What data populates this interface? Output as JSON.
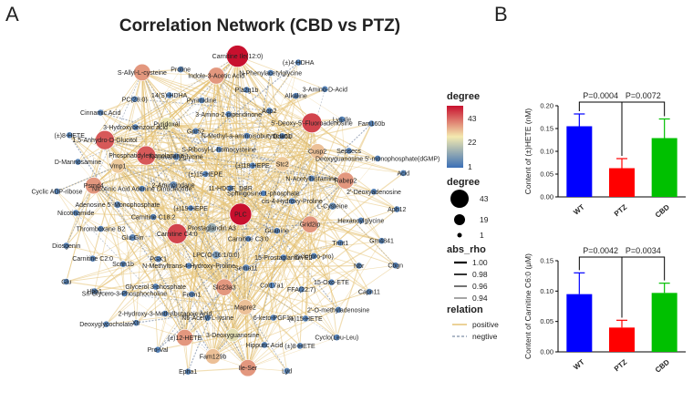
{
  "panel_labels": [
    "A",
    "B"
  ],
  "chart_data": [
    {
      "type": "network",
      "title": "Correlation Network (CBD vs PTZ)",
      "nodes": [
        {
          "label": "PLC",
          "degree": 43
        },
        {
          "label": "Prostaglandin A3",
          "degree": 12
        },
        {
          "label": "11-HDOE_DBR",
          "degree": 3
        },
        {
          "label": "Carnitine C3:0",
          "degree": 3
        },
        {
          "label": "(±)19-HEPE",
          "degree": 3
        },
        {
          "label": "Sphingosine 1-phosphate",
          "degree": 3
        },
        {
          "label": "LPC(O-16:1/0:0)",
          "degree": 8
        },
        {
          "label": "(±)15-HEPE",
          "degree": 4
        },
        {
          "label": "Guanine",
          "degree": 4
        },
        {
          "label": "Carnitine C4:0",
          "degree": 38
        },
        {
          "label": "(±)18-HEPE",
          "degree": 4
        },
        {
          "label": "Sema11",
          "degree": 5
        },
        {
          "label": "2-Aminoindane",
          "degree": 6
        },
        {
          "label": "cis-4-Hydroxy-Proline",
          "degree": 4
        },
        {
          "label": "N-Methyltrans-4-Hydroxy-Proline",
          "degree": 4
        },
        {
          "label": "S-Ribosyl-L-homocysteine",
          "degree": 4
        },
        {
          "label": "15-Prostaglandin E2",
          "degree": 4
        },
        {
          "label": "Carnitine C18:2",
          "degree": 4
        },
        {
          "label": "Stc2",
          "degree": 25
        },
        {
          "label": "Slc23a3",
          "degree": 30
        },
        {
          "label": "N-Isovalerylglycine",
          "degree": 5
        },
        {
          "label": "Grid2ip",
          "degree": 30
        },
        {
          "label": "PGK1",
          "degree": 4
        },
        {
          "label": "N-Methyl-a-aminoisobutyric acid",
          "degree": 4
        },
        {
          "label": "Col17a1",
          "degree": 4
        },
        {
          "label": "Nicotinic Acid Adenine Dinucleotide",
          "degree": 4
        },
        {
          "label": "N-Acetylhistamine",
          "degree": 4
        },
        {
          "label": "Ferm1",
          "degree": 4
        },
        {
          "label": "Gpr52",
          "degree": 4
        },
        {
          "label": "cyclo(pro-pro)",
          "degree": 4
        },
        {
          "label": "Glu-Gln",
          "degree": 5
        },
        {
          "label": "Ddx51",
          "degree": 4
        },
        {
          "label": "Mapre2",
          "degree": 26
        },
        {
          "label": "Phosphatidylethanolamine",
          "degree": 36
        },
        {
          "label": "L-Cysteine",
          "degree": 6
        },
        {
          "label": "Glycerol 3-phosphate",
          "degree": 4
        },
        {
          "label": "3-Amino-2-piperidinone",
          "degree": 4
        },
        {
          "label": "FFA(22:7)",
          "degree": 4
        },
        {
          "label": "Adenosine 5'-Monophosphate",
          "degree": 5
        },
        {
          "label": "Cusp2",
          "degree": 26
        },
        {
          "label": "N6-Acetyl-L-lysine",
          "degree": 4
        },
        {
          "label": "Pyridoxal",
          "degree": 21
        },
        {
          "label": "Tnnt1",
          "degree": 4
        },
        {
          "label": "Scnn1b",
          "degree": 4
        },
        {
          "label": "Aqp2",
          "degree": 4
        },
        {
          "label": "6-keto-PGF1a",
          "degree": 4
        },
        {
          "label": "Vmp1",
          "degree": 25
        },
        {
          "label": "Rabep2",
          "degree": 30
        },
        {
          "label": "2-Hydroxy-3-Methylbutanoic Acid",
          "degree": 4
        },
        {
          "label": "Pyrimidine",
          "degree": 4
        },
        {
          "label": "15-Oxo-ETE",
          "degree": 4
        },
        {
          "label": "Thromboxane B2",
          "degree": 4
        },
        {
          "label": "5'-Deoxy-5'-Fluoroadenosine",
          "degree": 38
        },
        {
          "label": "3-Deoxyguanosine",
          "degree": 20
        },
        {
          "label": "3-Hydroxybenzoic acid",
          "degree": 4
        },
        {
          "label": "Hexanoylglycine",
          "degree": 4
        },
        {
          "label": "Sn-Glycero-3-Phosphocholine",
          "degree": 4
        },
        {
          "label": "Pla2g1b",
          "degree": 4
        },
        {
          "label": "(±)15-HETE",
          "degree": 4
        },
        {
          "label": "Psmd4",
          "degree": 30
        },
        {
          "label": "Sepsecs",
          "degree": 4
        },
        {
          "label": "(±)12-HETE",
          "degree": 30
        },
        {
          "label": "14(S)-HDHA",
          "degree": 4
        },
        {
          "label": "Nbr",
          "degree": 4
        },
        {
          "label": "Carnitine C2:0",
          "degree": 4
        },
        {
          "label": "Alkaline",
          "degree": 4
        },
        {
          "label": "Hippuric Acid",
          "degree": 4
        },
        {
          "label": "1,5-Anhydro-D-Glucitol",
          "degree": 36
        },
        {
          "label": "2'-Deoxyadenosine",
          "degree": 4
        },
        {
          "label": "Xtr",
          "degree": 4
        },
        {
          "label": "Indole-3-Acetic Acid",
          "degree": 30
        },
        {
          "label": "2'-O-methyladenosine",
          "degree": 4
        },
        {
          "label": "Nicotinamide",
          "degree": 4
        },
        {
          "label": "Lys-Ile",
          "degree": 4
        },
        {
          "label": "Fam129b",
          "degree": 26
        },
        {
          "label": "PC(28:0)",
          "degree": 4
        },
        {
          "label": "Gm4841",
          "degree": 4
        },
        {
          "label": "Hbb1",
          "degree": 4
        },
        {
          "label": "N-Phenylacetylglycine",
          "degree": 4
        },
        {
          "label": "(±)8-HETE",
          "degree": 4
        },
        {
          "label": "D-Mannosamine",
          "degree": 4
        },
        {
          "label": "Deoxyguanosine 5'-monophosphate(dGMP)",
          "degree": 4
        },
        {
          "label": "Pro-Val",
          "degree": 4
        },
        {
          "label": "Proline",
          "degree": 4
        },
        {
          "label": "Capn11",
          "degree": 4
        },
        {
          "label": "Diosgenin",
          "degree": 4
        },
        {
          "label": "3-Amino-D-Acid",
          "degree": 4
        },
        {
          "label": "Ile-Ser",
          "degree": 30
        },
        {
          "label": "Cinnamic Acid",
          "degree": 4
        },
        {
          "label": "Aph12",
          "degree": 4
        },
        {
          "label": "Deoxyglycocholate",
          "degree": 4
        },
        {
          "label": "Carnitine Ile(12:0)",
          "degree": 43
        },
        {
          "label": "Cyclo(Leu-Leu)",
          "degree": 4
        },
        {
          "label": "Cyclic ADP-ribose",
          "degree": 4
        },
        {
          "label": "Fam160b",
          "degree": 4
        },
        {
          "label": "Epha1",
          "degree": 4
        },
        {
          "label": "S-Allyl-L-cysteine",
          "degree": 30
        },
        {
          "label": "Cbgn",
          "degree": 4
        },
        {
          "label": "Glu",
          "degree": 4
        },
        {
          "label": "(±)4-HDHA",
          "degree": 4
        },
        {
          "label": "Lyd",
          "degree": 4
        },
        {
          "label": "(±)8-HETE",
          "degree": 4
        },
        {
          "label": "Acid",
          "degree": 4
        }
      ],
      "legend": {
        "color_title": "degree",
        "color_ticks": [
          "43",
          "22",
          "1"
        ],
        "size_title": "degree",
        "size_values": [
          "43",
          "19",
          "1"
        ],
        "width_title": "abs_rho",
        "width_values": [
          "1.00",
          "0.98",
          "0.96",
          "0.94"
        ],
        "relation_title": "relation",
        "relation_values": [
          "positive",
          "negtive"
        ]
      },
      "colors": {
        "low": "#3b6fb6",
        "mid": "#f4eab0",
        "high": "#c8102e",
        "edge_positive": "#e6c276",
        "edge_negative": "#7f8fa6"
      }
    },
    {
      "type": "bar",
      "ylabel": "Content of (±)HETE (nM)",
      "categories": [
        "WT",
        "PTZ",
        "CBD"
      ],
      "values": [
        0.155,
        0.063,
        0.129
      ],
      "errors": [
        0.027,
        0.021,
        0.042
      ],
      "colors": [
        "#0000ff",
        "#ff0000",
        "#00c000"
      ],
      "ylim": [
        0,
        0.2
      ],
      "yticks": [
        "0.00",
        "0.05",
        "0.10",
        "0.15",
        "0.20"
      ],
      "annotations": [
        {
          "from": 0,
          "to": 1,
          "text": "P=0.0004"
        },
        {
          "from": 1,
          "to": 2,
          "text": "P=0.0072"
        }
      ]
    },
    {
      "type": "bar",
      "ylabel": "Content of Carnitine C6:0 (μM)",
      "categories": [
        "WT",
        "PTZ",
        "CBD"
      ],
      "values": [
        0.095,
        0.04,
        0.097
      ],
      "errors": [
        0.035,
        0.012,
        0.016
      ],
      "colors": [
        "#0000ff",
        "#ff0000",
        "#00c000"
      ],
      "ylim": [
        0,
        0.15
      ],
      "yticks": [
        "0.00",
        "0.05",
        "0.10",
        "0.15"
      ],
      "annotations": [
        {
          "from": 0,
          "to": 1,
          "text": "P=0.0042"
        },
        {
          "from": 1,
          "to": 2,
          "text": "P=0.0034"
        }
      ]
    }
  ]
}
